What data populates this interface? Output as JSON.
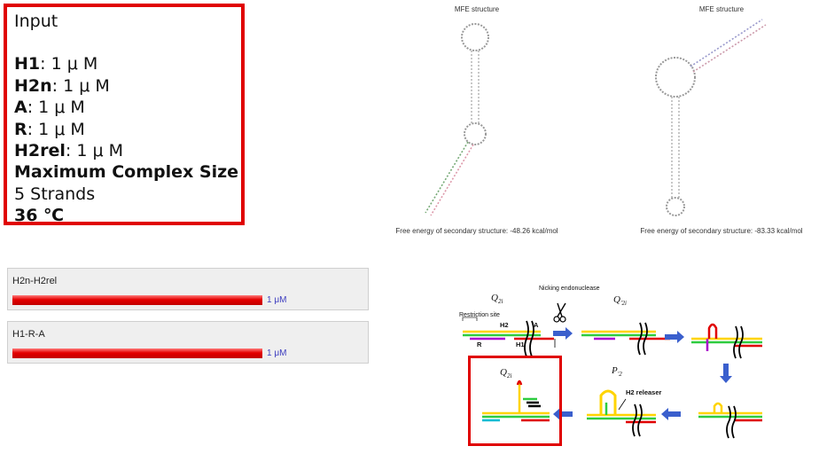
{
  "input": {
    "title": "Input",
    "lines": [
      {
        "label": "H1",
        "value": ": 1 μ M"
      },
      {
        "label": "H2n",
        "value": ": 1 μ M"
      },
      {
        "label": "A",
        "value": ": 1 μ M"
      },
      {
        "label": "R",
        "value": ": 1 μ M"
      },
      {
        "label": "H2rel",
        "value": ": 1 μ M"
      }
    ],
    "max_complex_label": "Maximum Complex Size",
    "max_complex_value": "5 Strands",
    "temperature": "36 ℃"
  },
  "mfe": [
    {
      "title": "MFE structure",
      "energy": "Free energy of secondary structure: -48.26 kcal/mol"
    },
    {
      "title": "MFE structure",
      "energy": "Free energy of secondary structure: -83.33 kcal/mol"
    }
  ],
  "complexes": [
    {
      "name": "H2n-H2rel",
      "concentration": "1 μM",
      "fraction": 1.0
    },
    {
      "name": "H1-R-A",
      "concentration": "1 μM",
      "fraction": 1.0
    }
  ],
  "scheme": {
    "q2i": "Q",
    "q2i_sub": "2i",
    "q2i_prime_sub": "′2i",
    "p2_sub": "′2",
    "nicking": "Nicking endonuclease",
    "restriction": "Restriction site",
    "h2": "H2",
    "h1": "H1",
    "a": "A",
    "r": "R",
    "h2_releaser": "H2 releaser",
    "p": "P"
  },
  "colors": {
    "accent_red": "#e00000",
    "arrow_blue": "#3a5fcd",
    "value_text": "#4040c0"
  }
}
